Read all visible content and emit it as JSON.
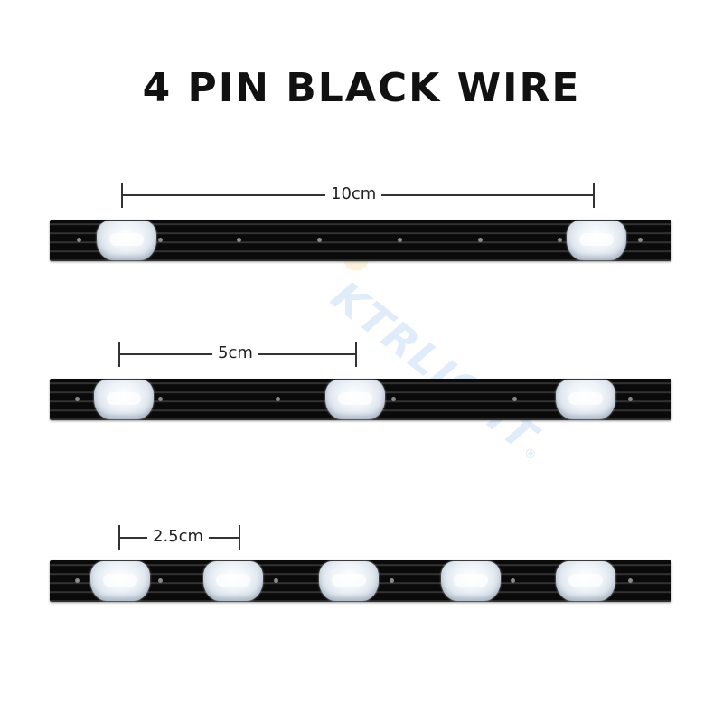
{
  "title": "4 PIN BLACK WIRE",
  "watermark": "KTRLIGHT",
  "watermark_symbol": "®",
  "colors": {
    "background": "#ffffff",
    "wire": "#0a0a0a",
    "led": "#eef3f8",
    "text": "#111111"
  },
  "strips": [
    {
      "label": "10cm"
    },
    {
      "label": "5cm"
    },
    {
      "label": "2.5cm"
    }
  ]
}
